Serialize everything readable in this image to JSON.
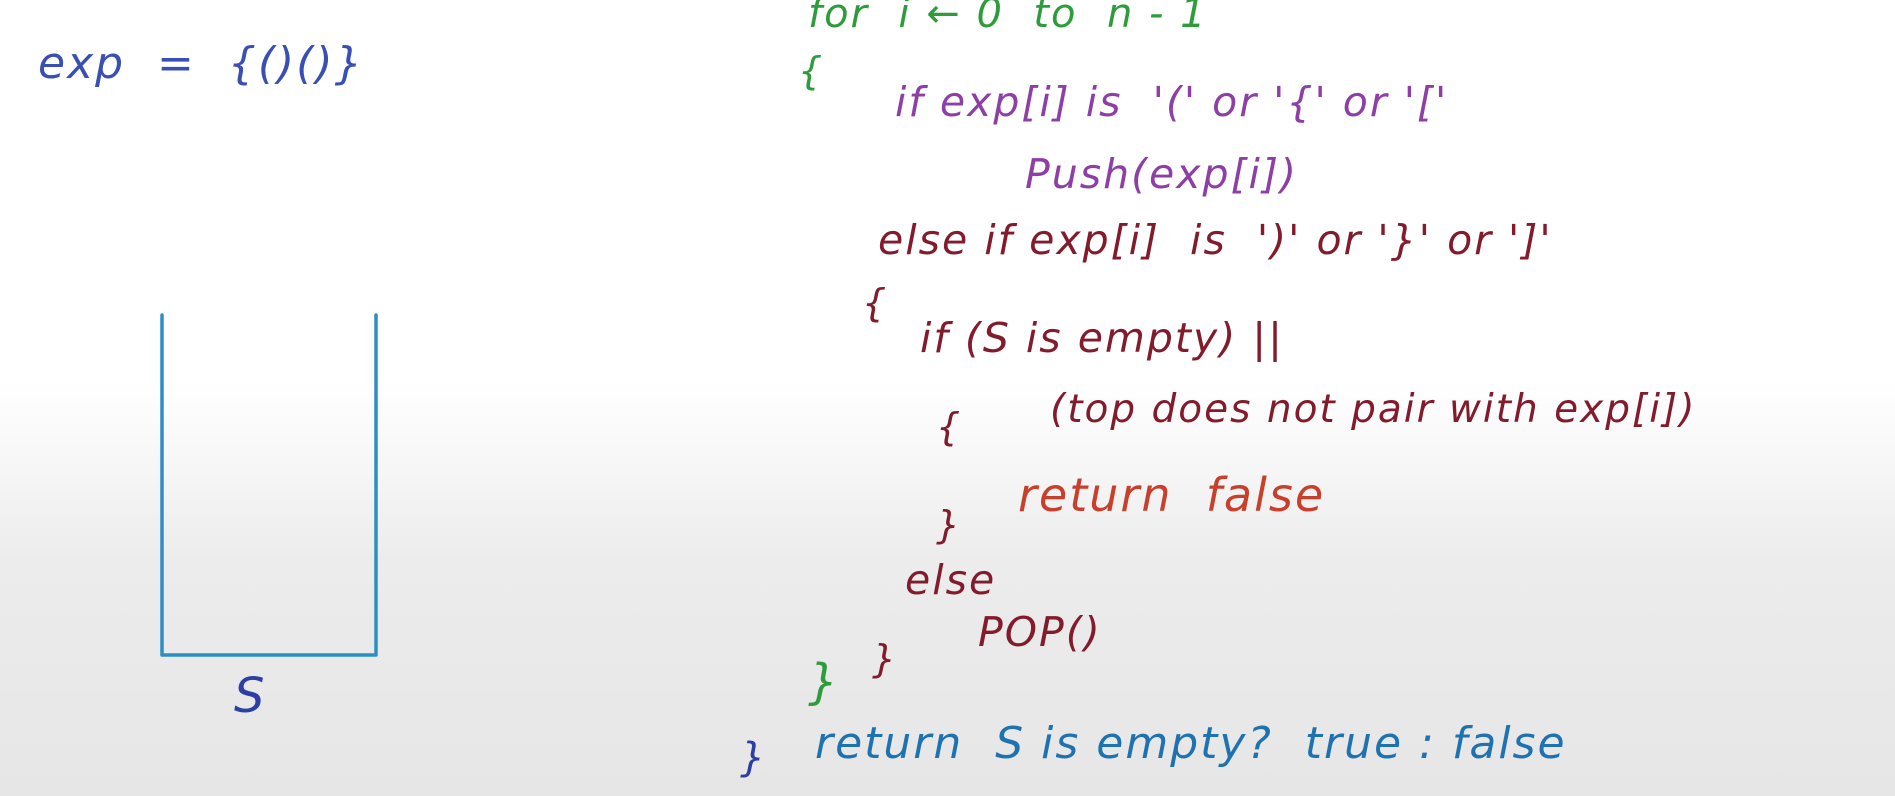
{
  "left_panel": {
    "expression": "exp  =  {()()}",
    "stack_label": "S"
  },
  "algorithm": {
    "for_line": "for  i ← 0  to  n - 1",
    "open_brace_for": "{",
    "if_open_line": "if exp[i] is  '(' or '{' or '['",
    "push_line": "Push(exp[i])",
    "else_if_line": "else if exp[i]  is  ')' or '}' or ']'",
    "open_brace_elseif": "{",
    "if_empty_line": "if (S is empty) ||",
    "top_pair_line": "(top does not pair with exp[i])",
    "open_brace_if": "{",
    "return_false_line": "return  false",
    "close_brace_if": "}",
    "else_line": "else",
    "pop_line": "POP()",
    "close_brace_elseif": "}",
    "close_brace_for": "}",
    "close_brace_func": "}",
    "return_line": "return  S is empty?  true : false"
  },
  "colors": {
    "expression": "#3a4fb3",
    "loop": "#2f9c3c",
    "push_branch": "#8d3fa6",
    "pop_branch": "#821b2c",
    "return_false": "#c8402c",
    "return_line": "#1e72b0",
    "stack": "#2b8fc4"
  }
}
